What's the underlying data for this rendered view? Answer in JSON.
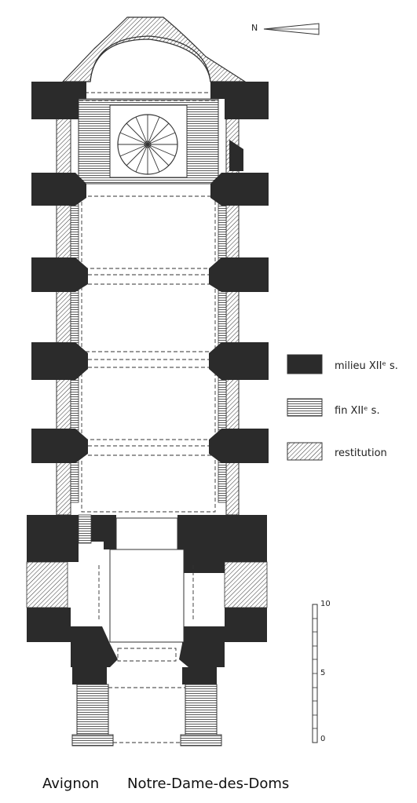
{
  "north": {
    "label": "N"
  },
  "legend": [
    {
      "key": "solid",
      "label": "milieu XIIᵉ s."
    },
    {
      "key": "horizontal-hatch",
      "label": "fin XIIᵉ s."
    },
    {
      "key": "diagonal-hatch",
      "label": "restitution"
    }
  ],
  "scale": {
    "ticks": [
      "10",
      "5",
      "0"
    ]
  },
  "caption": {
    "city": "Avignon",
    "building": "Notre-Dame-des-Doms"
  },
  "colors": {
    "solid": "#2b2b2b",
    "line": "#333333",
    "paper": "#ffffff"
  }
}
